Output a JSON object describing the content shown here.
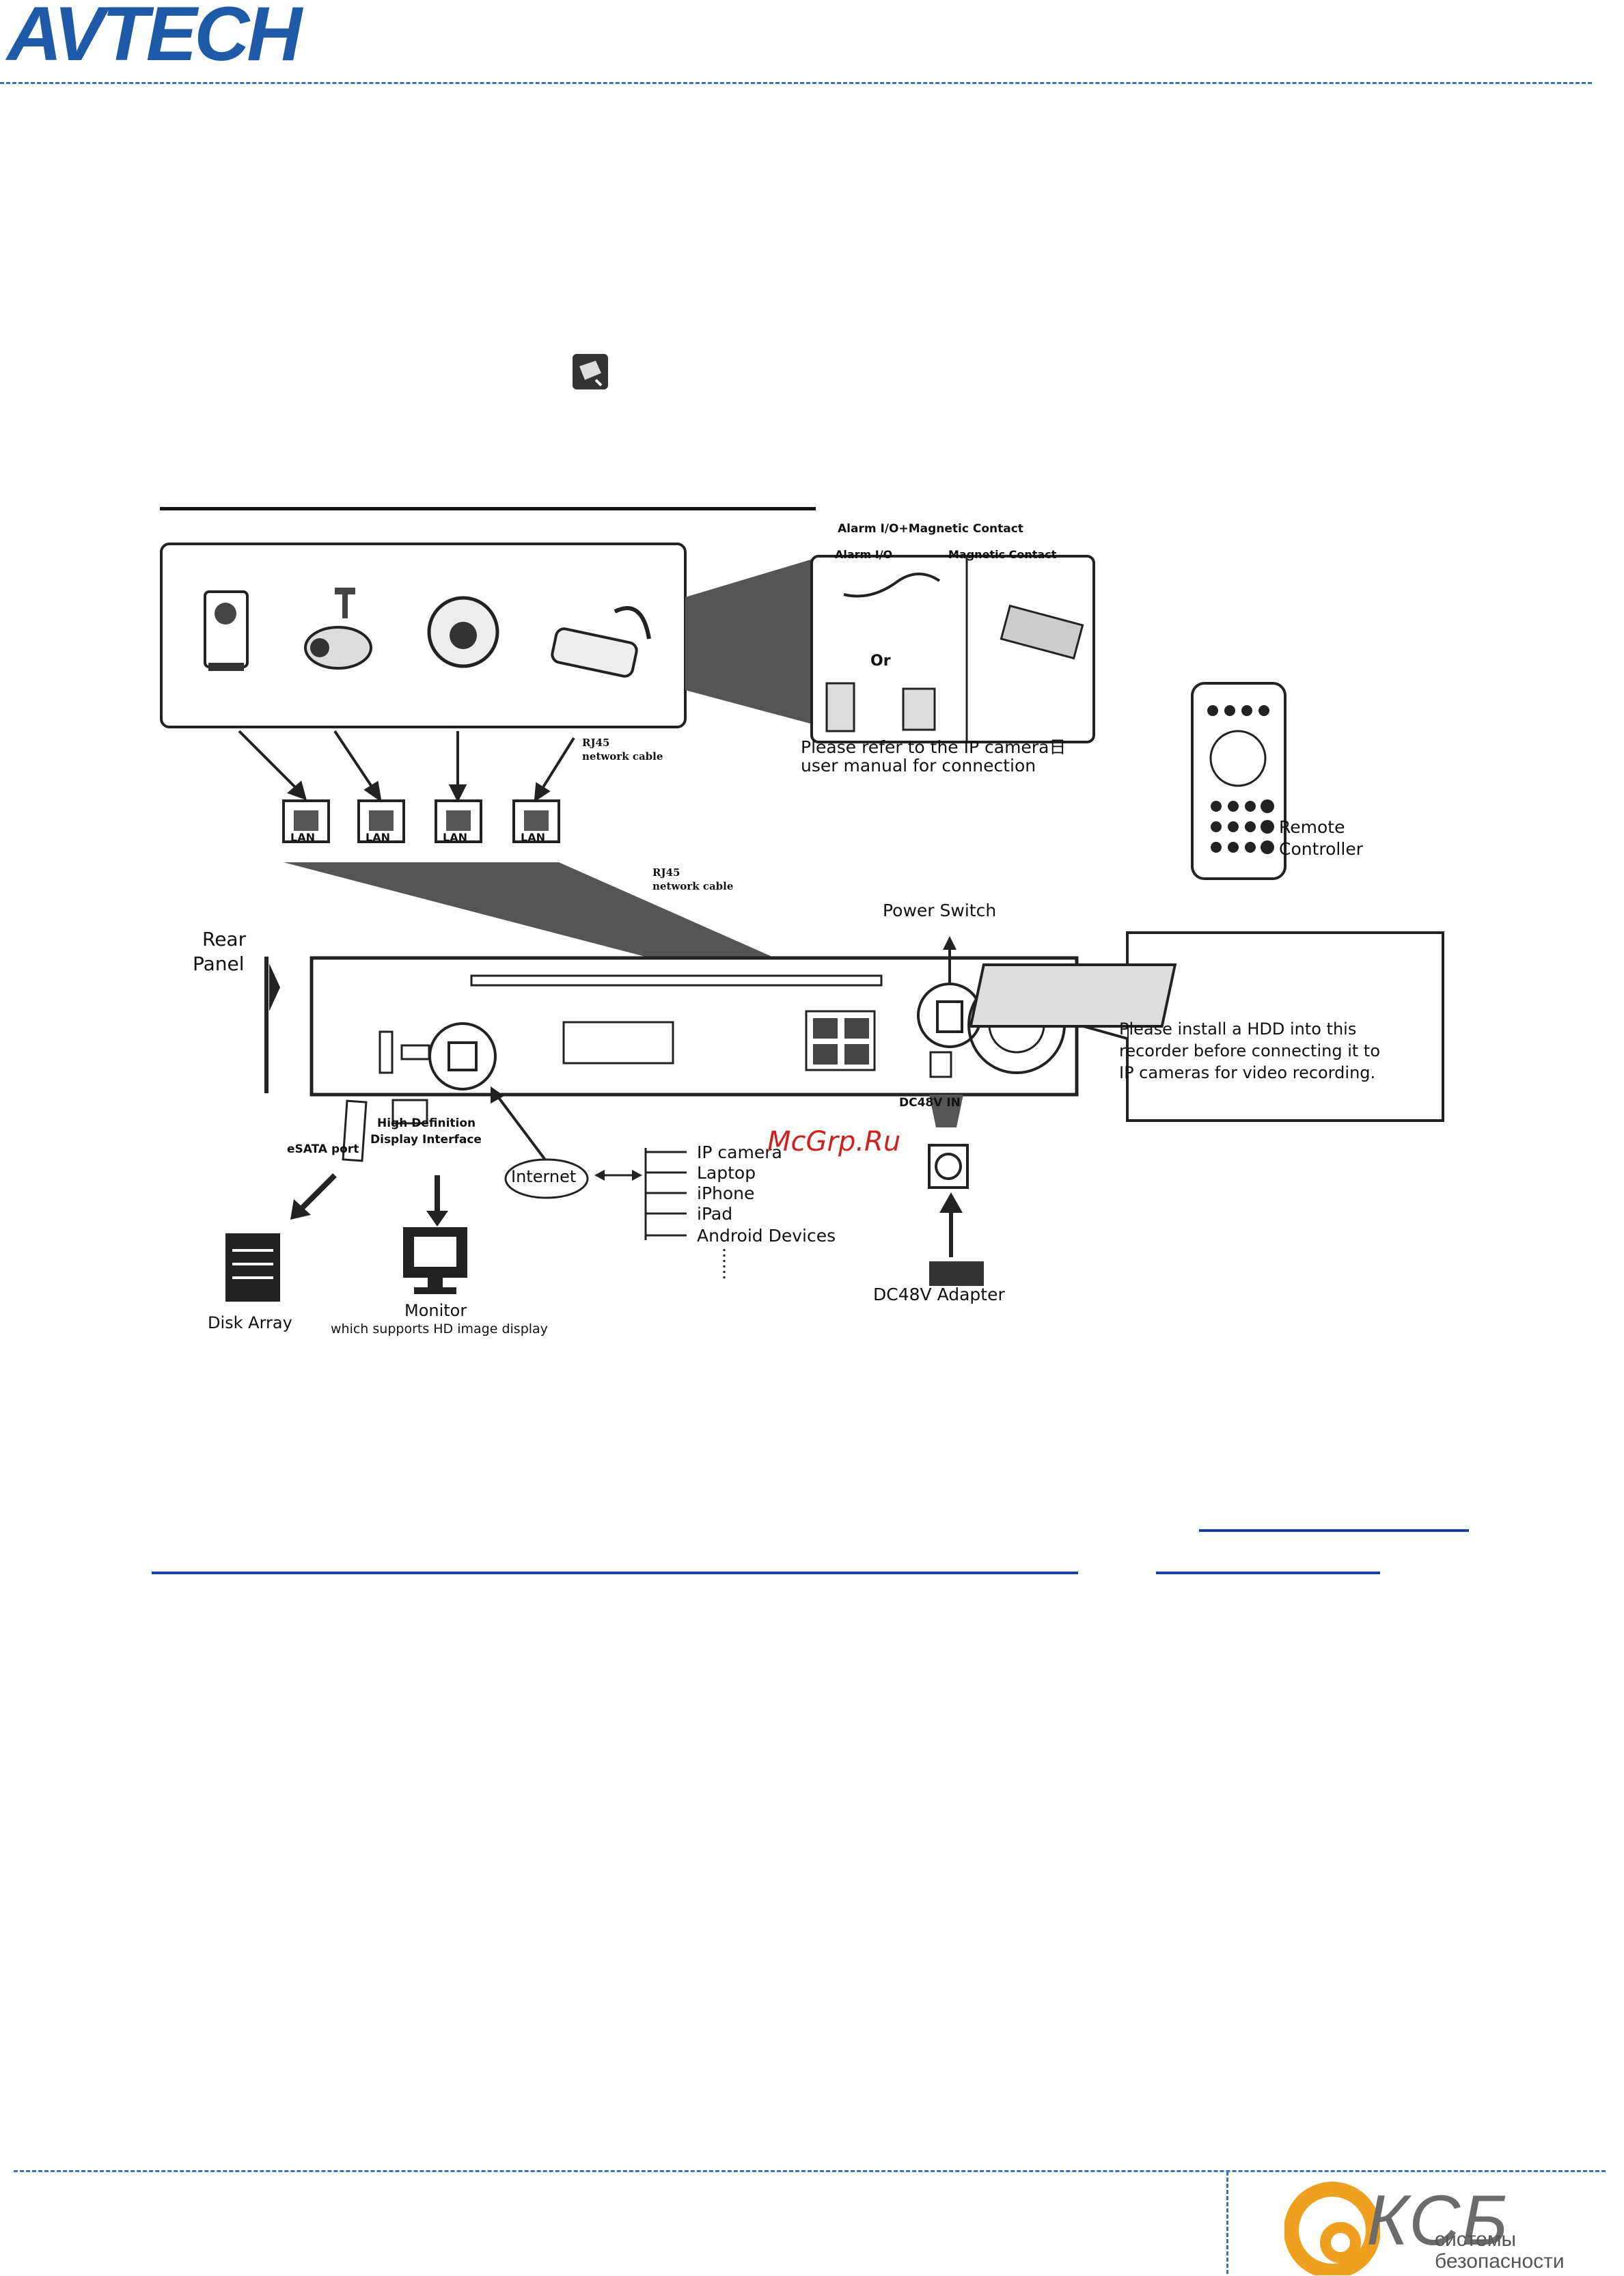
{
  "header": {
    "logo": "AVTECH"
  },
  "diagram": {
    "alarm_title": "Alarm I/O+Magnetic Contact",
    "alarm_io": "Alarm I/O",
    "magnetic_contact": "Magnetic Contact",
    "or": "Or",
    "refer_line1": "Please refer to the IP camera日",
    "refer_line2": "user manual for connection",
    "rj45_top_1": "RJ45",
    "rj45_top_2": "network cable",
    "rj45_mid_1": "RJ45",
    "rj45_mid_2": "network cable",
    "lan": [
      "LAN",
      "LAN",
      "LAN",
      "LAN"
    ],
    "remote_1": "Remote",
    "remote_2": "Controller",
    "power_switch": "Power Switch",
    "rear_1": "Rear",
    "rear_2": "Panel",
    "hdd_1": "Please install a HDD into this",
    "hdd_2": "recorder before connecting it to",
    "hdd_3": "IP cameras for video recording.",
    "dc_in": "DC48V IN",
    "hd_1": "High Definition",
    "hd_2": "Display Interface",
    "esata": "eSATA port",
    "internet": "Internet",
    "devices": [
      "IP camera",
      "Laptop",
      "iPhone",
      "iPad",
      "Android Devices"
    ],
    "adapter": "DC48V Adapter",
    "disk_array": "Disk Array",
    "monitor_1": "Monitor",
    "monitor_2": "which supports HD image display"
  },
  "watermark": "McGrp.Ru",
  "footer": {
    "brand": "КСБ",
    "sub_1": "системы",
    "sub_2": "безопасности"
  },
  "colors": {
    "accent": "#1e5aa8",
    "dash": "#3e73b0",
    "watermark": "#d02020"
  }
}
